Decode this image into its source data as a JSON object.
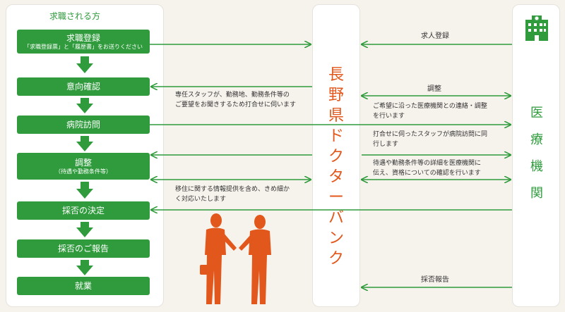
{
  "seeker": {
    "title": "求職される方",
    "steps": [
      {
        "title": "求職登録",
        "sub": "「求職登録票」と「履歴書」をお送りください"
      },
      {
        "title": "意向確認",
        "sub": ""
      },
      {
        "title": "病院訪問",
        "sub": ""
      },
      {
        "title": "調整",
        "sub": "（待遇や勤務条件等）"
      },
      {
        "title": "採否の決定",
        "sub": ""
      },
      {
        "title": "採否のご報告",
        "sub": ""
      },
      {
        "title": "就業",
        "sub": ""
      }
    ]
  },
  "bank": {
    "label_chars": [
      "長",
      "野",
      "県",
      "ド",
      "ク",
      "タ",
      "ー",
      "バ",
      "ン",
      "ク"
    ]
  },
  "institution": {
    "label_chars": [
      "医",
      "療",
      "機",
      "関"
    ]
  },
  "notes": {
    "intention": [
      "専任スタッフが、勤務地、勤務条件等の",
      "ご要望をお聞きするため打合せに伺います"
    ],
    "relocation": [
      "移住に関する情報提供を含め、きめ細か",
      "く対応いたします"
    ],
    "coordination": [
      "ご希望に沿った医療機関との連絡・調整",
      "を行います"
    ],
    "visit": [
      "打合せに伺ったスタッフが病院訪問に同",
      "行します"
    ],
    "details": [
      "待遇や勤務条件等の詳細を医療機関に",
      "伝え、資格についての確認を行います"
    ]
  },
  "flows": {
    "recruit_registration": "求人登録",
    "adjustment": "調整",
    "hiring_report": "採否報告"
  },
  "colors": {
    "green": "#2f9b3c",
    "orange": "#e2571b",
    "background": "#f6f2ec"
  },
  "icons": {
    "hospital": "hospital-building-icon",
    "people": "handshake-people-icon"
  }
}
